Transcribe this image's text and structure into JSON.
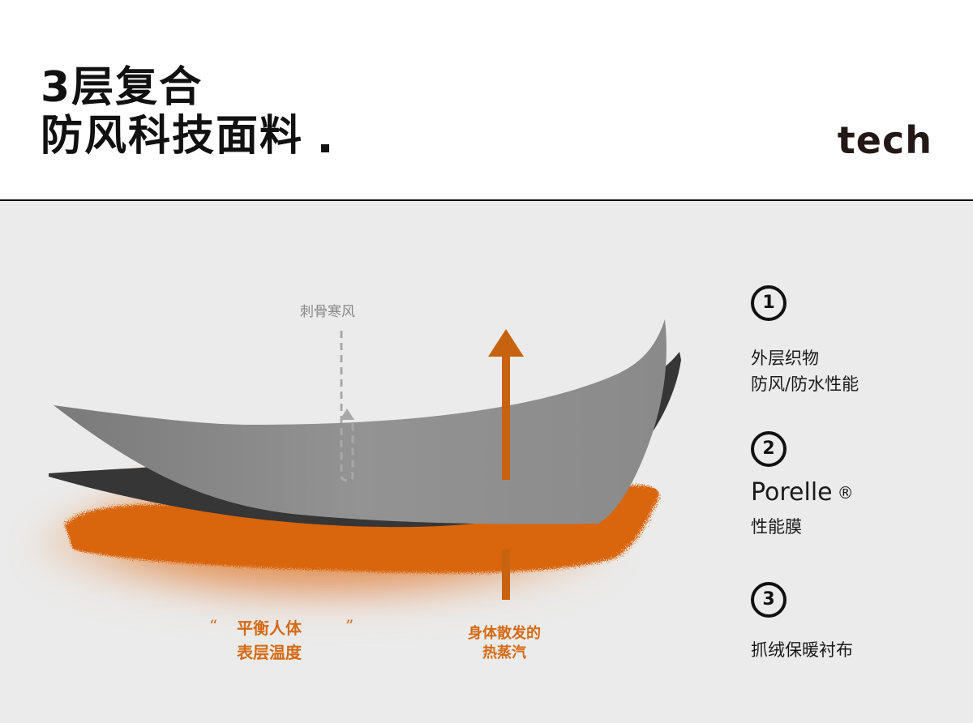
{
  "header": {
    "title_line1": "3层复合",
    "title_line2": "防风科技面料",
    "brand": "tech"
  },
  "illustration": {
    "wind_label": "刺骨寒风",
    "balance_quote_open": "“",
    "balance_quote_close": "”",
    "balance_line1": "平衡人体",
    "balance_line2": "表层温度",
    "steam_line1": "身体散发的",
    "steam_line2": "热蒸汽",
    "colors": {
      "accent_orange": "#d46a12",
      "outer_fabric": "#8f8f8f",
      "membrane": "#3a3a3a",
      "background": "#ebebeb"
    }
  },
  "layers": [
    {
      "number": "1",
      "line1": "外层织物",
      "line2": "防风/防水性能"
    },
    {
      "number": "2",
      "brand": "Porelle",
      "reg": "®",
      "line2": "性能膜"
    },
    {
      "number": "3",
      "line1": "抓绒保暖衬布"
    }
  ]
}
